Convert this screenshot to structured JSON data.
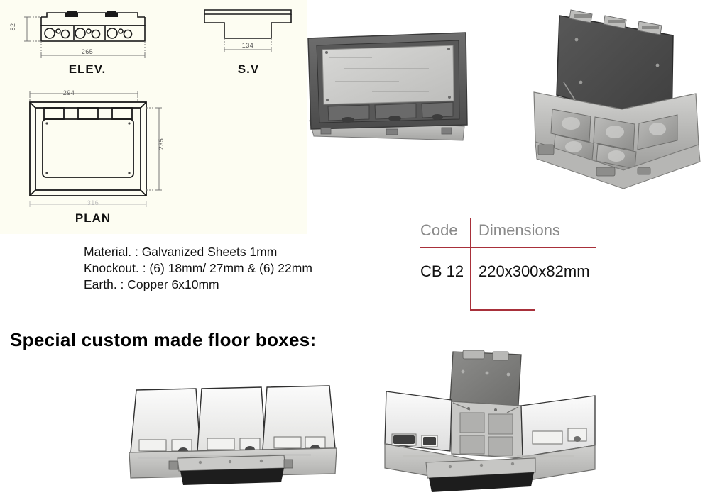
{
  "drawings": {
    "elevation": {
      "title": "ELEV.",
      "height_dim": "82",
      "width_dim": "265"
    },
    "side_view": {
      "title": "S.V",
      "width_dim": "134"
    },
    "plan": {
      "title": "PLAN",
      "top_dim": "294",
      "right_dim": "235",
      "bottom_dim": "316"
    }
  },
  "specs": [
    "Material. : Galvanized Sheets 1mm",
    "Knockout. : (6) 18mm/ 27mm & (6) 22mm",
    "Earth. : Copper 6x10mm"
  ],
  "code_table": {
    "headers": [
      "Code",
      "Dimensions"
    ],
    "rows": [
      {
        "code": "CB 12",
        "dimensions": "220x300x82mm"
      }
    ],
    "rule_color": "#a8303a",
    "header_color": "#8a8a8a"
  },
  "special_section": {
    "heading": "Special custom made floor boxes:"
  },
  "photos": [
    {
      "name": "closed-floor-box-lid",
      "alt": "Floor box with dark frame and light recessed carpet tray lid, three cable slots"
    },
    {
      "name": "open-floor-box-interior",
      "alt": "Open floor box showing raised dark lid and galvanized internal compartments"
    },
    {
      "name": "custom-triple-lid-floor-box",
      "alt": "Custom made floor box with three closed lids on galvanized base"
    },
    {
      "name": "custom-floor-box-open-middle",
      "alt": "Custom made floor box with centre lid open revealing four-way outlet cavity"
    }
  ]
}
